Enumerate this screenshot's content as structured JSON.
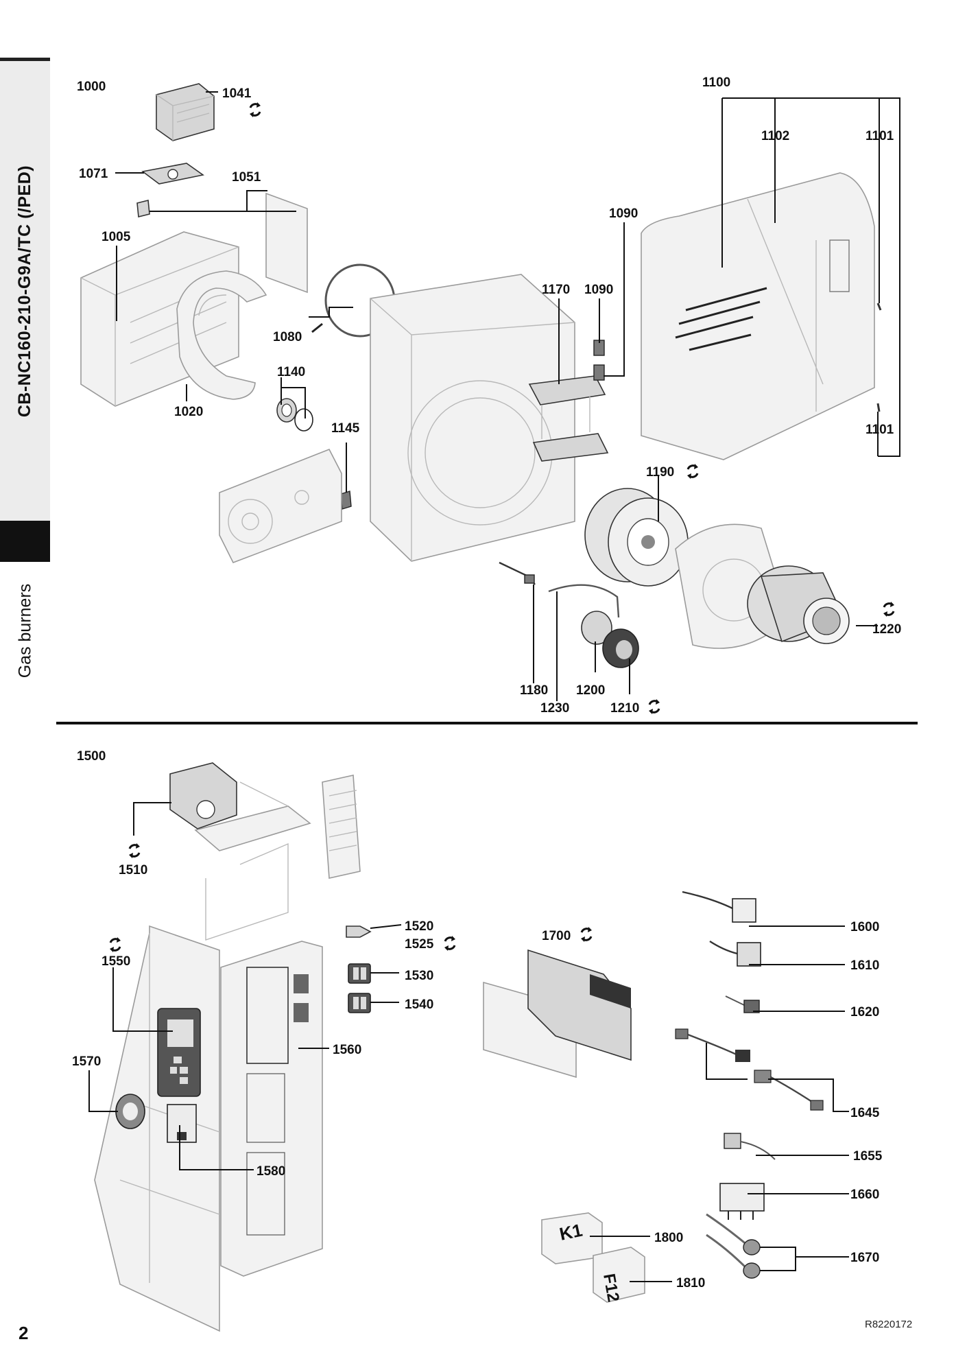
{
  "sidebar": {
    "model": "CB-NC160-210-G9A/TC (/PED)",
    "category": "Gas burners"
  },
  "page": {
    "number": "2",
    "drawing_ref": "R8220172"
  },
  "groups": [
    {
      "id": "top",
      "code": "1000"
    },
    {
      "id": "bottom",
      "code": "1500"
    }
  ],
  "parts": [
    {
      "number": "1041",
      "wear_mark": true
    },
    {
      "number": "1071",
      "wear_mark": false
    },
    {
      "number": "1051",
      "wear_mark": false
    },
    {
      "number": "1005",
      "wear_mark": false
    },
    {
      "number": "1080",
      "wear_mark": false
    },
    {
      "number": "1140",
      "wear_mark": false
    },
    {
      "number": "1020",
      "wear_mark": false
    },
    {
      "number": "1145",
      "wear_mark": false
    },
    {
      "number": "1100",
      "wear_mark": false
    },
    {
      "number": "1102",
      "wear_mark": false
    },
    {
      "number": "1101",
      "wear_mark": false
    },
    {
      "number": "1090",
      "wear_mark": false
    },
    {
      "number": "1170",
      "wear_mark": false
    },
    {
      "number": "1190",
      "wear_mark": true
    },
    {
      "number": "1220",
      "wear_mark": true
    },
    {
      "number": "1180",
      "wear_mark": false
    },
    {
      "number": "1200",
      "wear_mark": false
    },
    {
      "number": "1230",
      "wear_mark": false
    },
    {
      "number": "1210",
      "wear_mark": true
    },
    {
      "number": "1510",
      "wear_mark": true
    },
    {
      "number": "1520",
      "wear_mark": false
    },
    {
      "number": "1525",
      "wear_mark": true
    },
    {
      "number": "1530",
      "wear_mark": false
    },
    {
      "number": "1540",
      "wear_mark": false
    },
    {
      "number": "1550",
      "wear_mark": true
    },
    {
      "number": "1560",
      "wear_mark": false
    },
    {
      "number": "1570",
      "wear_mark": false
    },
    {
      "number": "1580",
      "wear_mark": false
    },
    {
      "number": "1700",
      "wear_mark": true
    },
    {
      "number": "1600",
      "wear_mark": false
    },
    {
      "number": "1610",
      "wear_mark": false
    },
    {
      "number": "1620",
      "wear_mark": false
    },
    {
      "number": "1645",
      "wear_mark": false
    },
    {
      "number": "1655",
      "wear_mark": false
    },
    {
      "number": "1660",
      "wear_mark": false
    },
    {
      "number": "1670",
      "wear_mark": false
    },
    {
      "number": "1800",
      "wear_mark": false
    },
    {
      "number": "1810",
      "wear_mark": false
    }
  ],
  "component_markings": {
    "relay": "K1",
    "fuse": "F12"
  },
  "icons": {
    "wear_mark": "rotating-arrows-icon"
  }
}
